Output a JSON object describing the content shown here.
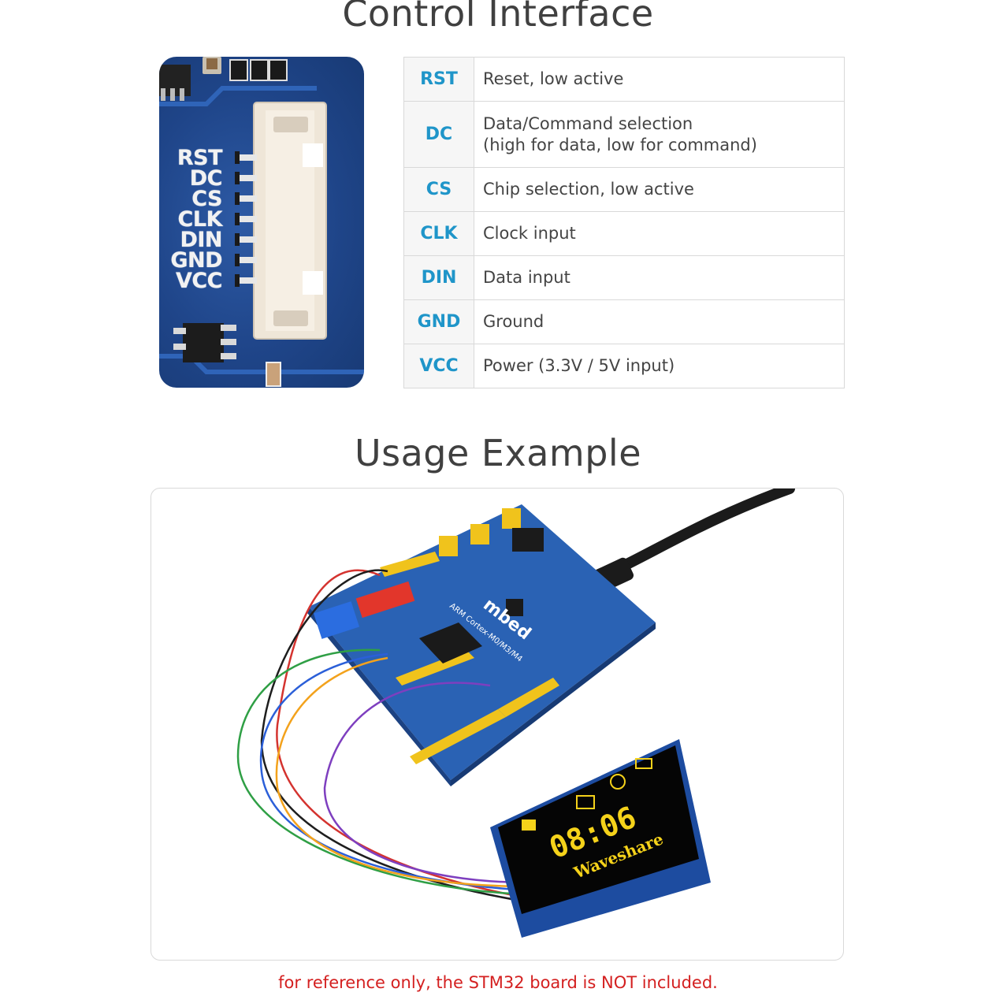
{
  "control": {
    "title": "Control Interface",
    "board_pins": [
      "RST",
      "DC",
      "CS",
      "CLK",
      "DIN",
      "GND",
      "VCC"
    ],
    "pins": [
      {
        "name": "RST",
        "desc": "Reset, low active"
      },
      {
        "name": "DC",
        "desc": "Data/Command selection",
        "desc2": "(high for data, low for command)"
      },
      {
        "name": "CS",
        "desc": "Chip selection, low active"
      },
      {
        "name": "CLK",
        "desc": "Clock input"
      },
      {
        "name": "DIN",
        "desc": "Data input"
      },
      {
        "name": "GND",
        "desc": "Ground"
      },
      {
        "name": "VCC",
        "desc": "Power (3.3V / 5V input)"
      }
    ]
  },
  "usage": {
    "title": "Usage Example",
    "board_text": [
      "mbed",
      "ARM Cortex-M0/M3/M4"
    ],
    "oled": {
      "time": "08:06",
      "brand": "Waveshare"
    },
    "note": "for reference only, the STM32 board is NOT included."
  },
  "colors": {
    "pin_name": "#1f95c9",
    "note": "#d42020",
    "pcb_blue": "#1f4589",
    "oled_yellow": "#f5d21a"
  }
}
